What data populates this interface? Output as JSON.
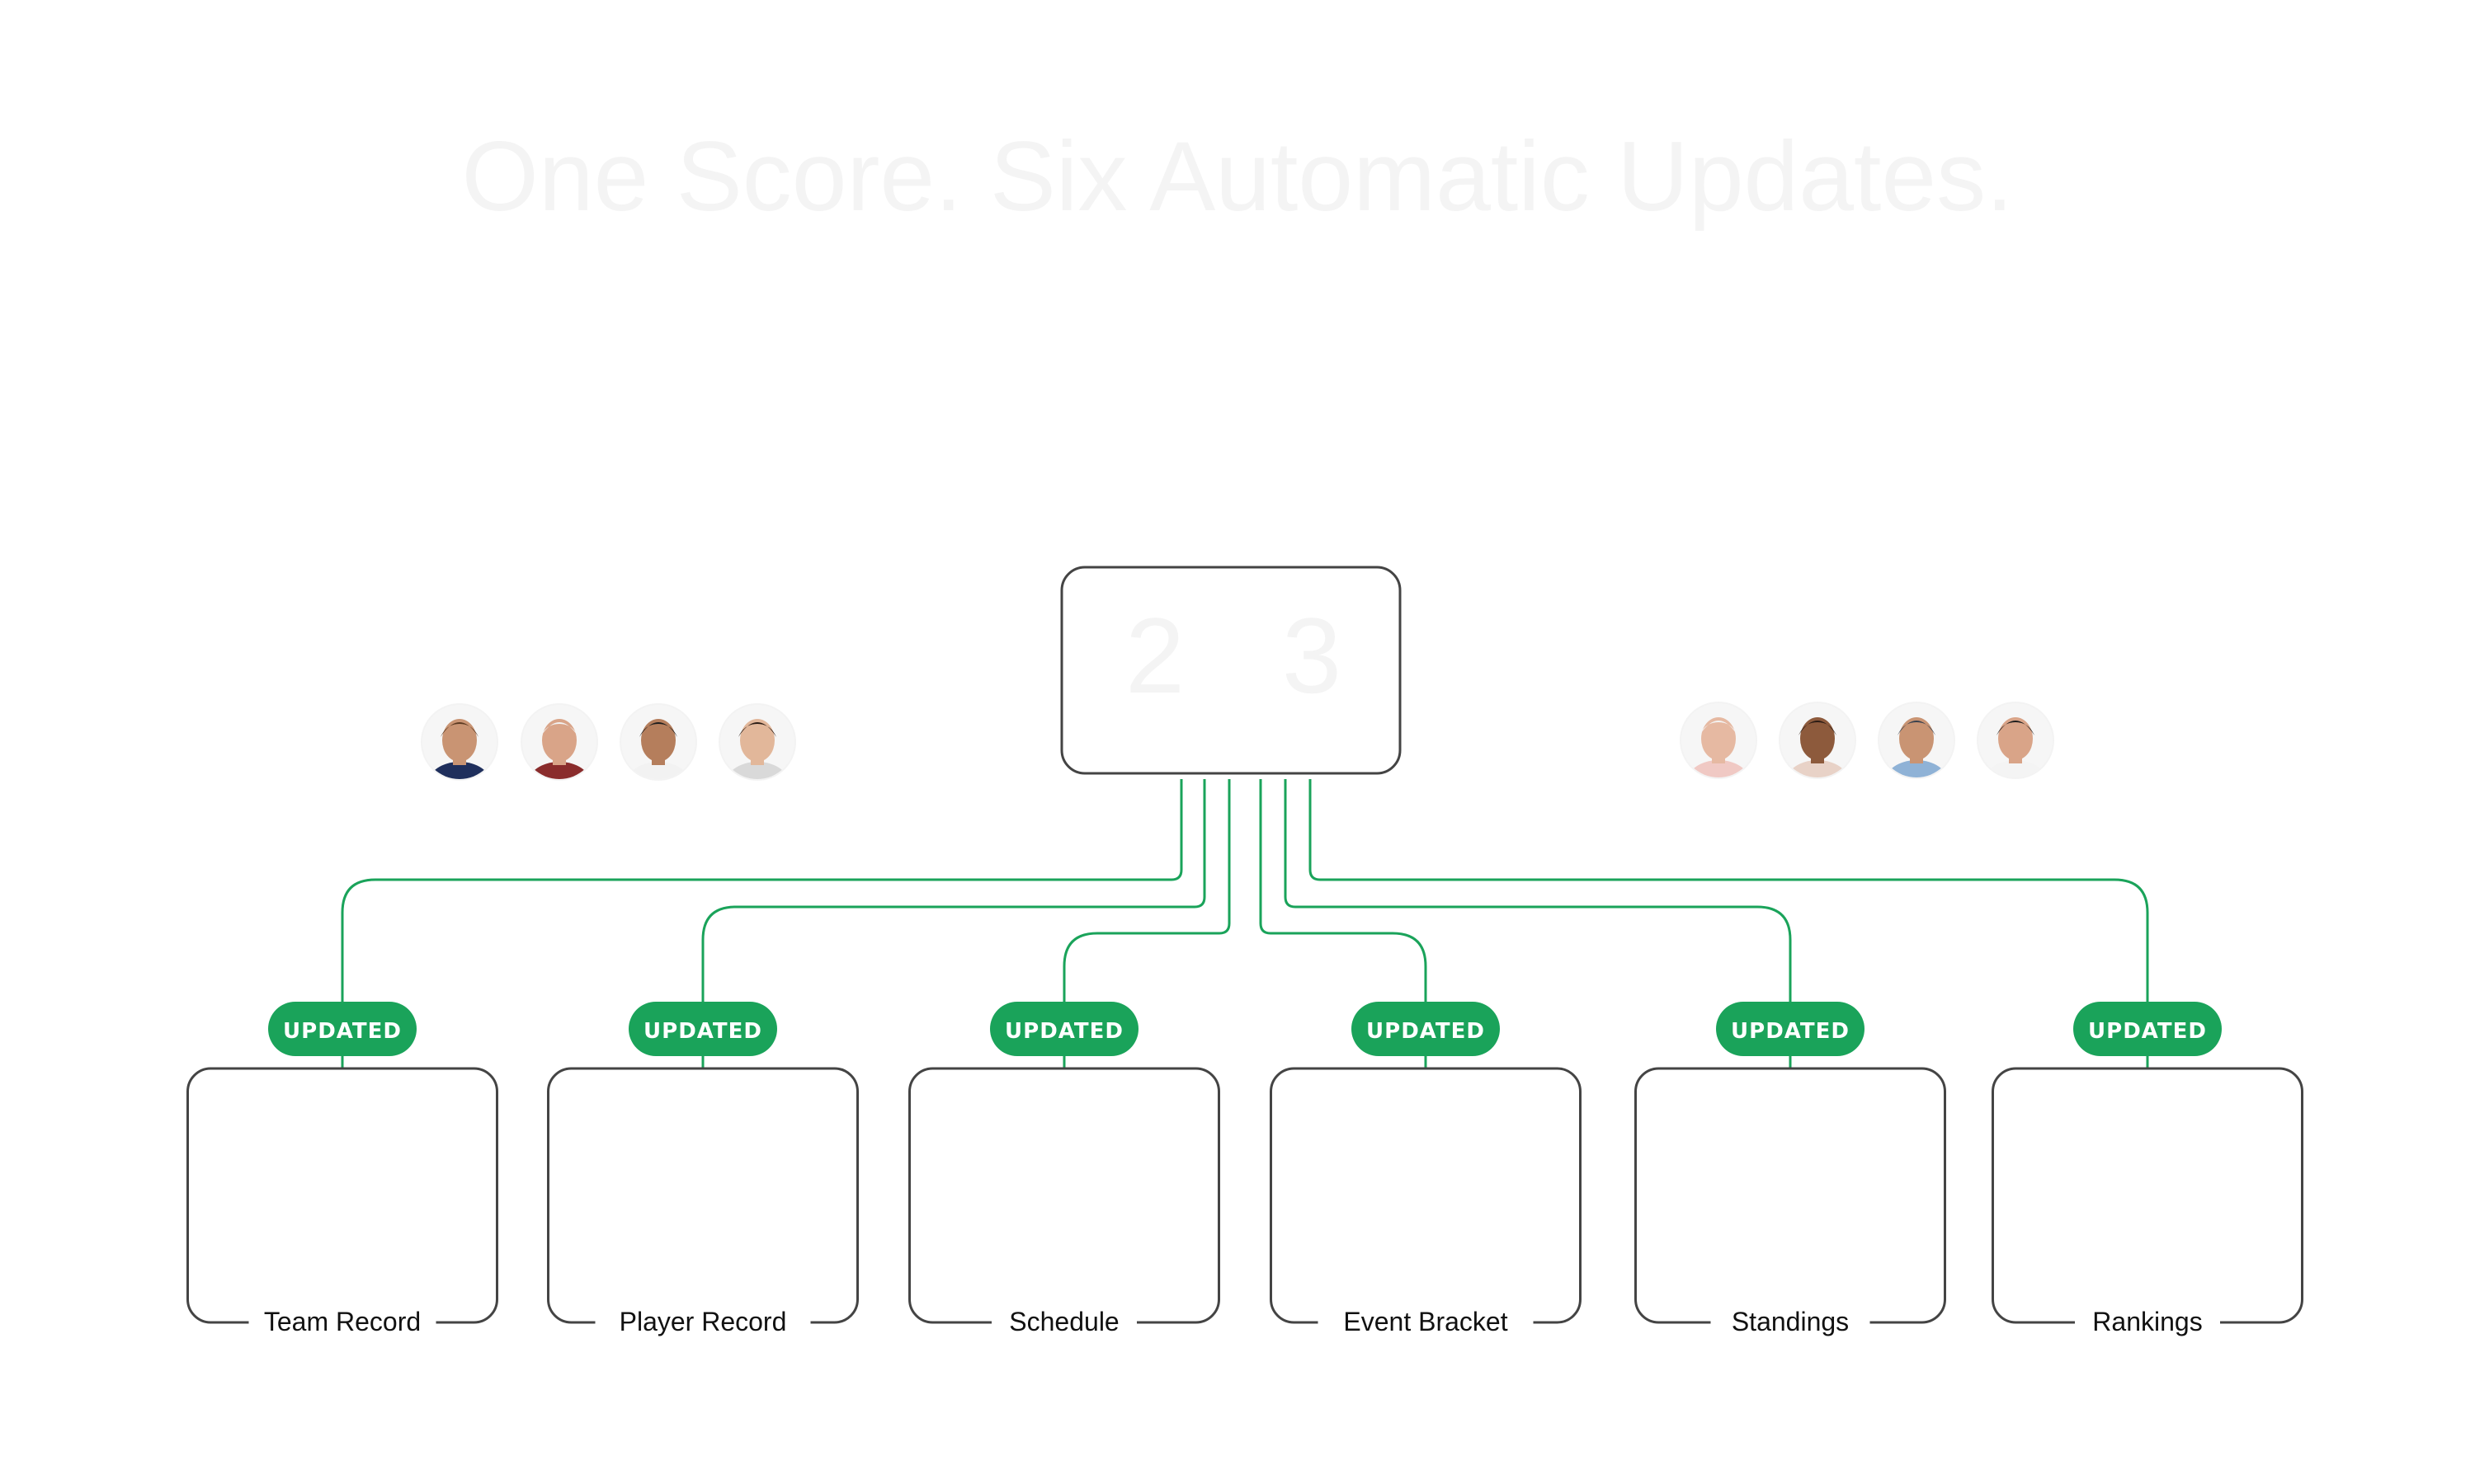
{
  "header": {
    "title": "One Score. Six Automatic Updates.",
    "subtitle": ""
  },
  "match": {
    "home_team": "",
    "away_team": "",
    "home_score": "2",
    "away_score": "3"
  },
  "colors": {
    "accent": "#1aa35a",
    "box_border": "#444444",
    "faded_text": "#f4f4f4"
  },
  "home_players": [
    {
      "icon": "player-avatar-icon"
    },
    {
      "icon": "player-avatar-icon"
    },
    {
      "icon": "player-avatar-icon"
    },
    {
      "icon": "player-avatar-icon"
    }
  ],
  "away_players": [
    {
      "icon": "player-avatar-icon"
    },
    {
      "icon": "player-avatar-icon"
    },
    {
      "icon": "player-avatar-icon"
    },
    {
      "icon": "player-avatar-icon"
    }
  ],
  "updates": [
    {
      "badge": "UPDATED",
      "label": "Team Record"
    },
    {
      "badge": "UPDATED",
      "label": "Player Record"
    },
    {
      "badge": "UPDATED",
      "label": "Schedule"
    },
    {
      "badge": "UPDATED",
      "label": "Event Bracket"
    },
    {
      "badge": "UPDATED",
      "label": "Standings"
    },
    {
      "badge": "UPDATED",
      "label": "Rankings"
    }
  ]
}
